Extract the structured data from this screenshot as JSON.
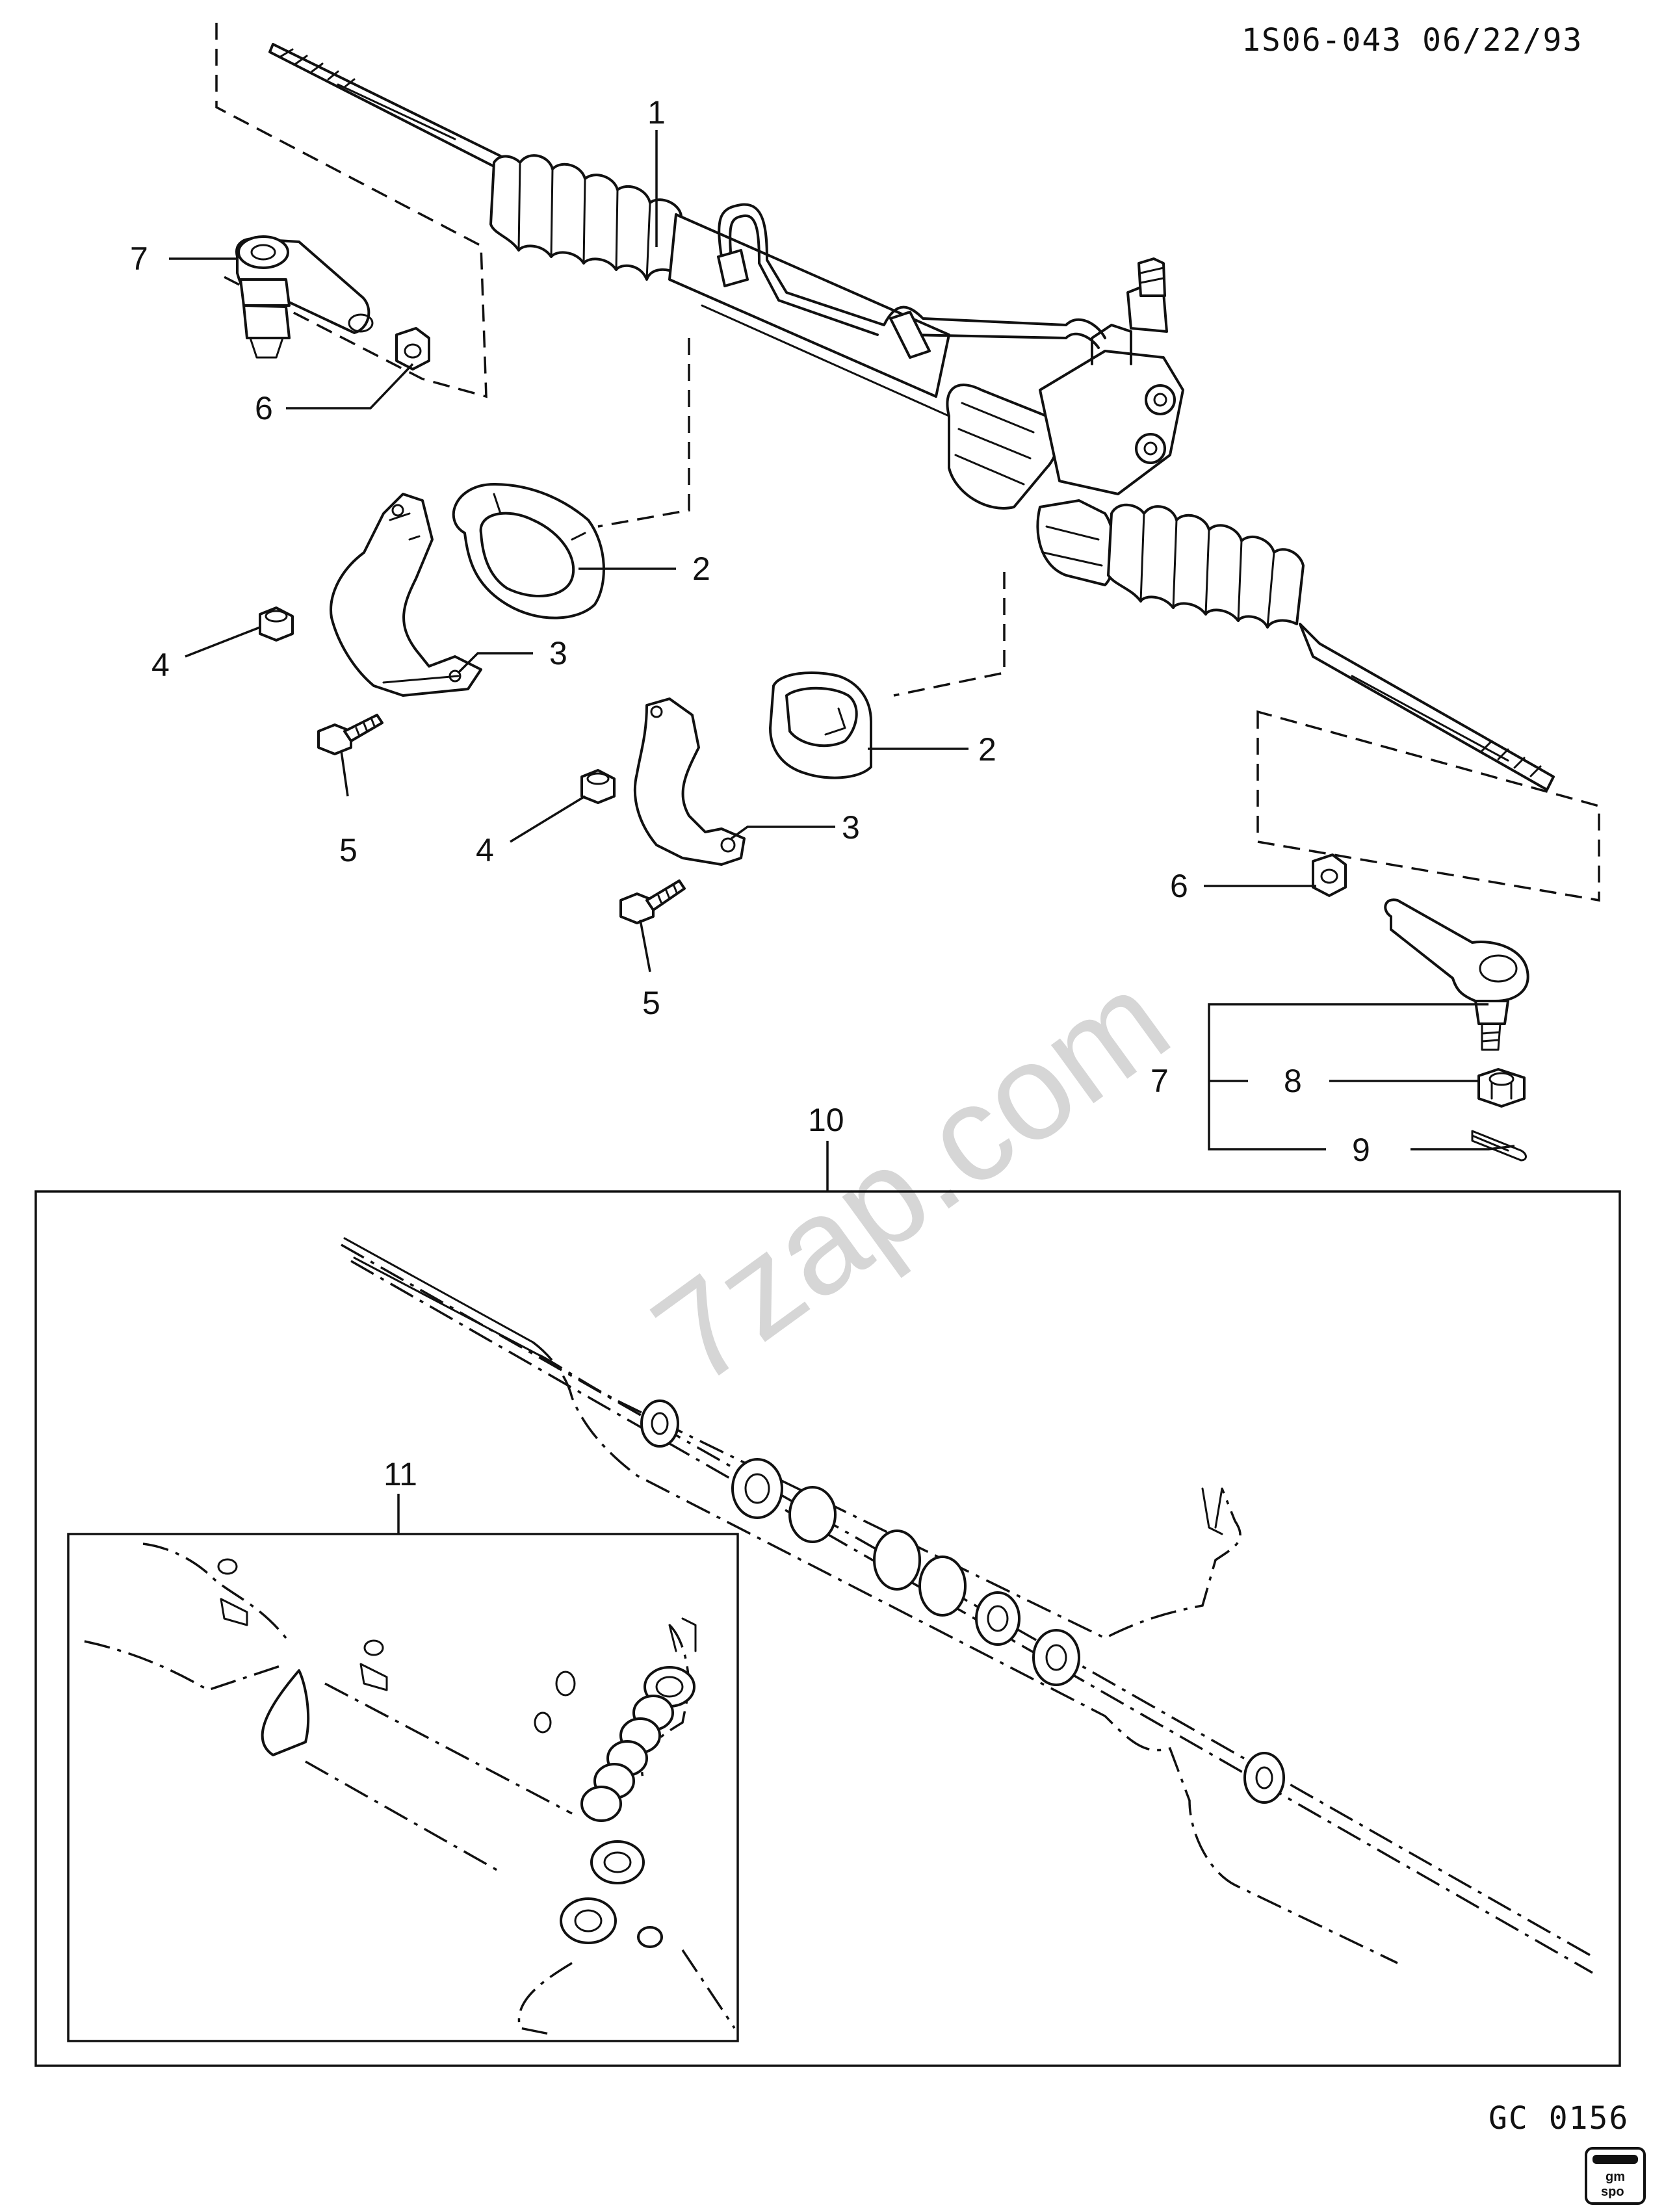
{
  "header": {
    "doc_code": "1S06-043 06/22/93"
  },
  "footer": {
    "figure_code": "GC 0156",
    "logo_top": "gm",
    "logo_bottom": "spo"
  },
  "watermark": "7zap.com",
  "callouts": {
    "c1": "1",
    "c2a": "2",
    "c2b": "2",
    "c3a": "3",
    "c3b": "3",
    "c4a": "4",
    "c4b": "4",
    "c5a": "5",
    "c5b": "5",
    "c6a": "6",
    "c6b": "6",
    "c7a": "7",
    "c7b": "7",
    "c8": "8",
    "c9": "9",
    "c10": "10",
    "c11": "11"
  }
}
